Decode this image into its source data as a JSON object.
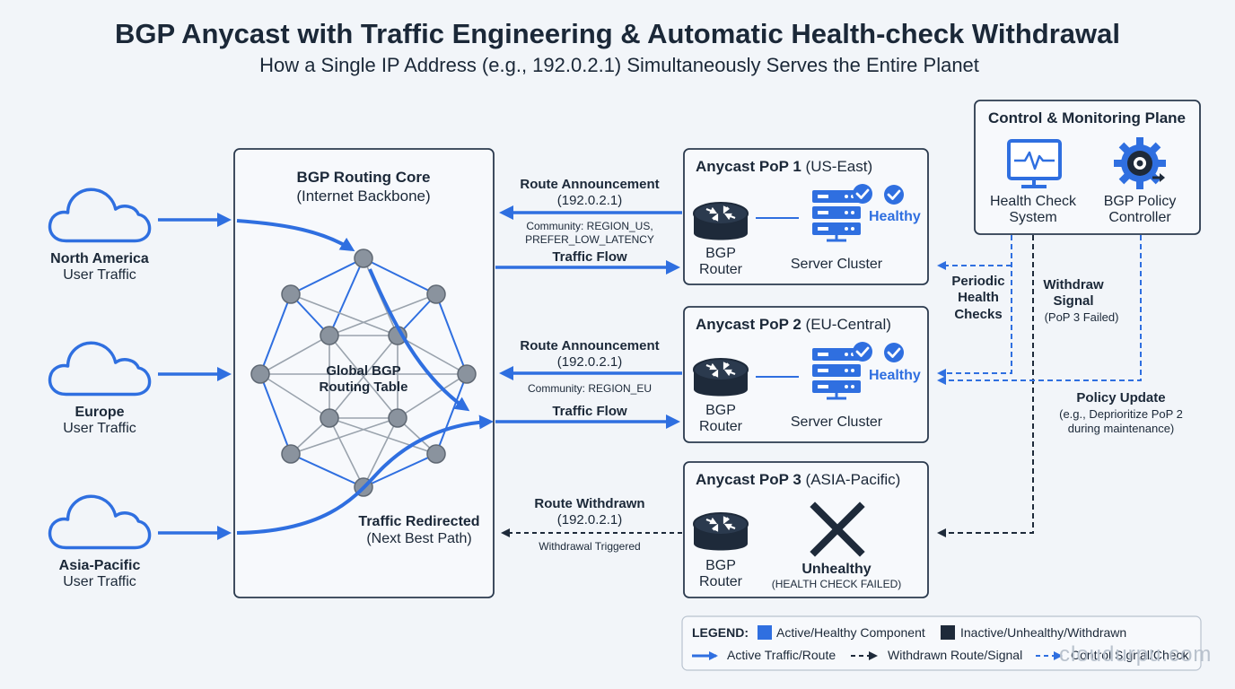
{
  "header": {
    "title": "BGP Anycast with Traffic Engineering & Automatic Health-check Withdrawal",
    "subtitle": "How a Single IP Address (e.g., 192.0.2.1) Simultaneously Serves the Entire Planet"
  },
  "users": [
    {
      "line1": "North America",
      "line2": "User Traffic"
    },
    {
      "line1": "Europe",
      "line2": "User Traffic"
    },
    {
      "line1": "Asia-Pacific",
      "line2": "User Traffic"
    }
  ],
  "core": {
    "title": "BGP Routing Core",
    "subtitle": "(Internet Backbone)",
    "table_line1": "Global BGP",
    "table_line2": "Routing Table",
    "redirect_line1": "Traffic Redirected",
    "redirect_line2": "(Next Best Path)"
  },
  "links": {
    "pop1": {
      "announce": "Route Announcement",
      "ip": "(192.0.2.1)",
      "community1": "Community: REGION_US,",
      "community2": "PREFER_LOW_LATENCY",
      "flow": "Traffic Flow"
    },
    "pop2": {
      "announce": "Route Announcement",
      "ip": "(192.0.2.1)",
      "community1": "Community: REGION_EU",
      "flow": "Traffic Flow"
    },
    "pop3": {
      "announce": "Route Withdrawn",
      "ip": "(192.0.2.1)",
      "trigger": "Withdrawal Triggered"
    }
  },
  "pops": [
    {
      "name": "Anycast PoP 1",
      "region": "(US-East)",
      "router1": "BGP",
      "router2": "Router",
      "cluster": "Server Cluster",
      "status": "Healthy"
    },
    {
      "name": "Anycast PoP 2",
      "region": "(EU-Central)",
      "router1": "BGP",
      "router2": "Router",
      "cluster": "Server Cluster",
      "status": "Healthy"
    },
    {
      "name": "Anycast PoP 3",
      "region": "(ASIA-Pacific)",
      "router1": "BGP",
      "router2": "Router",
      "status": "Unhealthy",
      "status_detail": "(HEALTH CHECK FAILED)"
    }
  ],
  "control": {
    "title": "Control & Monitoring Plane",
    "health1": "Health Check",
    "health2": "System",
    "policy1": "BGP Policy",
    "policy2": "Controller"
  },
  "signals": {
    "periodic1": "Periodic",
    "periodic2": "Health",
    "periodic3": "Checks",
    "withdraw1": "Withdraw",
    "withdraw2": "Signal",
    "withdraw3": "(PoP 3 Failed)",
    "policy1": "Policy Update",
    "policy2": "(e.g., Deprioritize PoP 2",
    "policy3": "during maintenance)"
  },
  "legend": {
    "label": "LEGEND:",
    "active": "Active/Healthy Component",
    "inactive": "Inactive/Unhealthy/Withdrawn",
    "traffic": "Active Traffic/Route",
    "withdrawn": "Withdrawn Route/Signal",
    "control": "Control Signal/Check"
  },
  "watermark": "cloudurpu.com",
  "colors": {
    "accent": "#2f6fe0",
    "dark": "#1e2a3a",
    "background": "#f2f5f9"
  }
}
